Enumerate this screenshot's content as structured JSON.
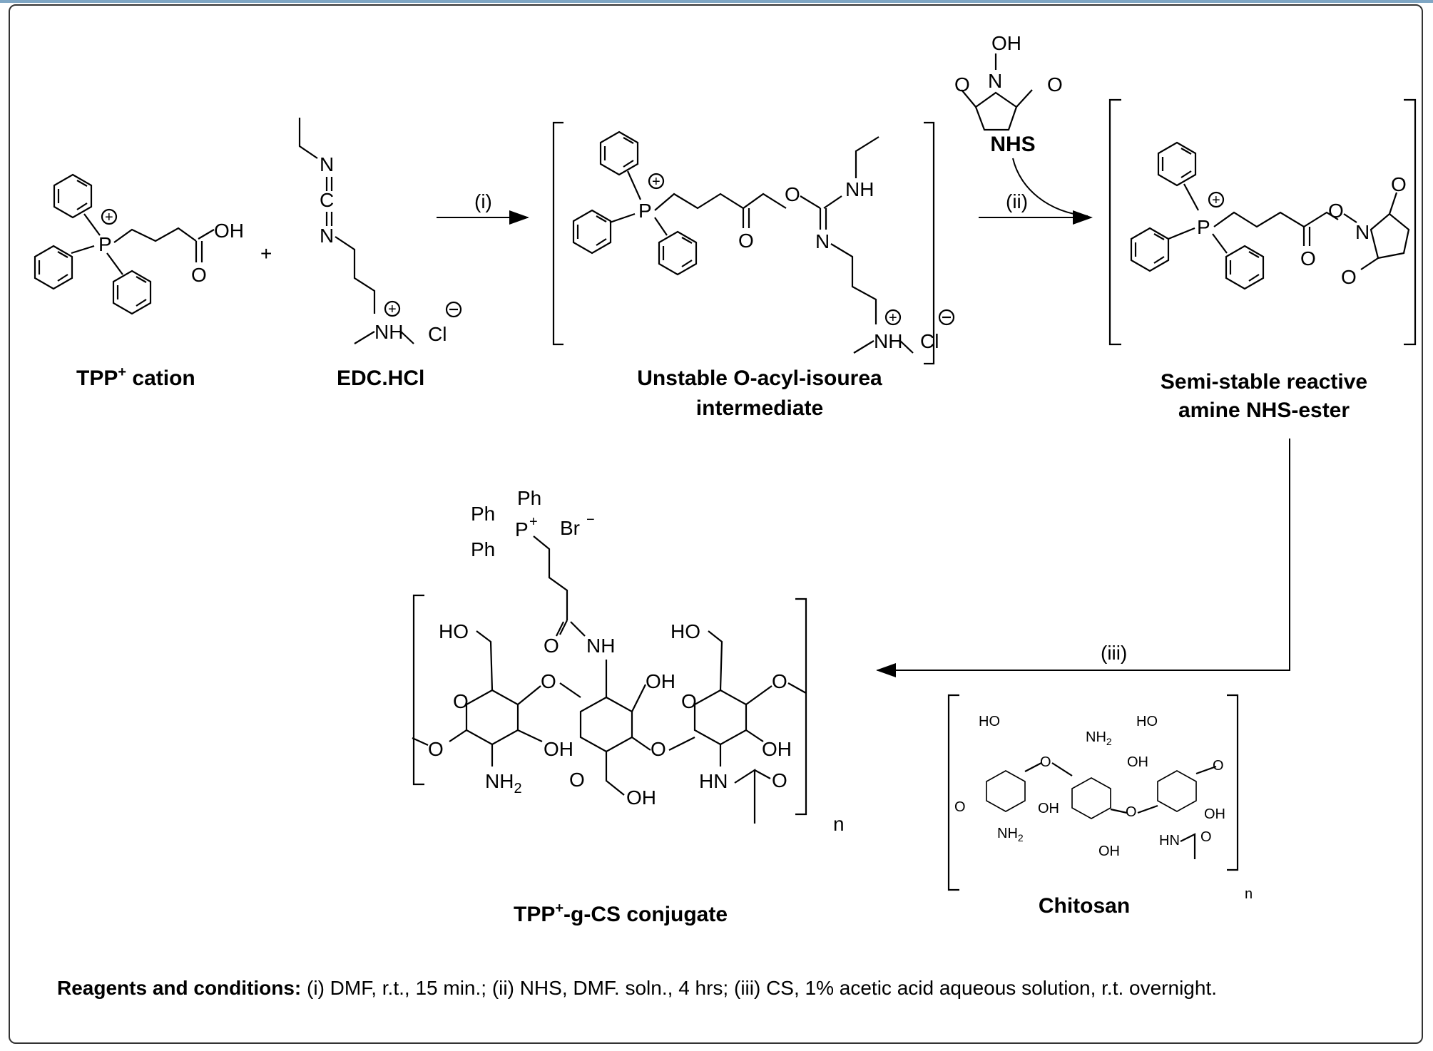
{
  "labels": {
    "tpp": "TPP",
    "tpp_sup": "+",
    "tpp_rest": " cation",
    "edc": "EDC.HCl",
    "oacyl_1": "Unstable O-acyl-isourea",
    "oacyl_2": "intermediate",
    "nhs": "NHS",
    "nhs_ester_1": "Semi-stable reactive",
    "nhs_ester_2": "amine NHS-ester",
    "conj": "TPP",
    "conj_sup": "+",
    "conj_rest": "-g-CS conjugate",
    "chitosan": "Chitosan",
    "n_main": "n",
    "n_chit": "n"
  },
  "arrows": {
    "step1": "(i)",
    "step2": "(ii)",
    "step3": "(iii)"
  },
  "atoms": {
    "P": "P",
    "OH": "OH",
    "O": "O",
    "N": "N",
    "C": "C",
    "NH": "NH",
    "Cl": "Cl",
    "plus": "+",
    "Ph": "Ph",
    "Br": "Br",
    "minus": "−",
    "HO": "HO",
    "NH2": "NH",
    "sub2": "2",
    "HN": "HN"
  },
  "conditions": {
    "heading": "Reagents and conditions:",
    "text": " (i) DMF, r.t., 15 min.; (ii) NHS, DMF. soln., 4 hrs; (iii) CS, 1% acetic acid aqueous solution, r.t. overnight."
  },
  "colors": {
    "oxygen": "#e8141b",
    "nitrogen": "#1a3fd6",
    "phosphorus": "#c8549e",
    "bromine": "#7a1f2e",
    "ink": "#000000"
  }
}
